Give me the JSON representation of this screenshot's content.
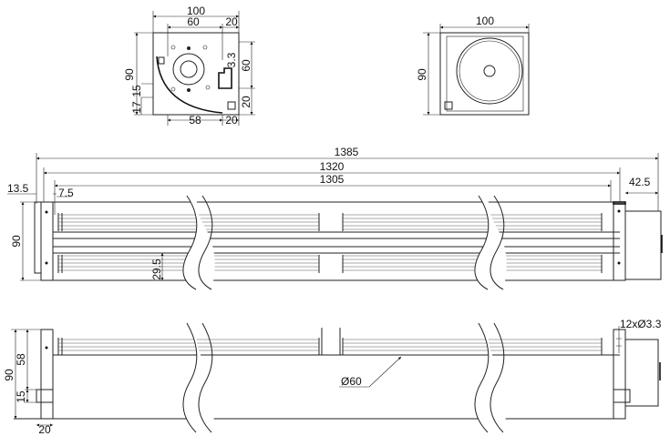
{
  "top_left_view": {
    "width": "100",
    "d60": "60",
    "d20_top": "20",
    "height": "90",
    "hole": "3.3",
    "right60": "60",
    "right20": "20",
    "d17": "17",
    "d15": "15",
    "bottom58": "58",
    "bottom20": "20"
  },
  "top_right_view": {
    "width": "100",
    "height": "90"
  },
  "front_view": {
    "overall": "1385",
    "mid": "1320",
    "inner": "1305",
    "left_offset": "13.5",
    "inner_offset": "7.5",
    "motor": "42.5",
    "height": "90",
    "fin_depth": "29.5"
  },
  "bottom_view": {
    "height": "90",
    "d58": "58",
    "d15": "15",
    "d20": "20",
    "holes": "12xØ3.3",
    "diameter": "Ø60"
  }
}
